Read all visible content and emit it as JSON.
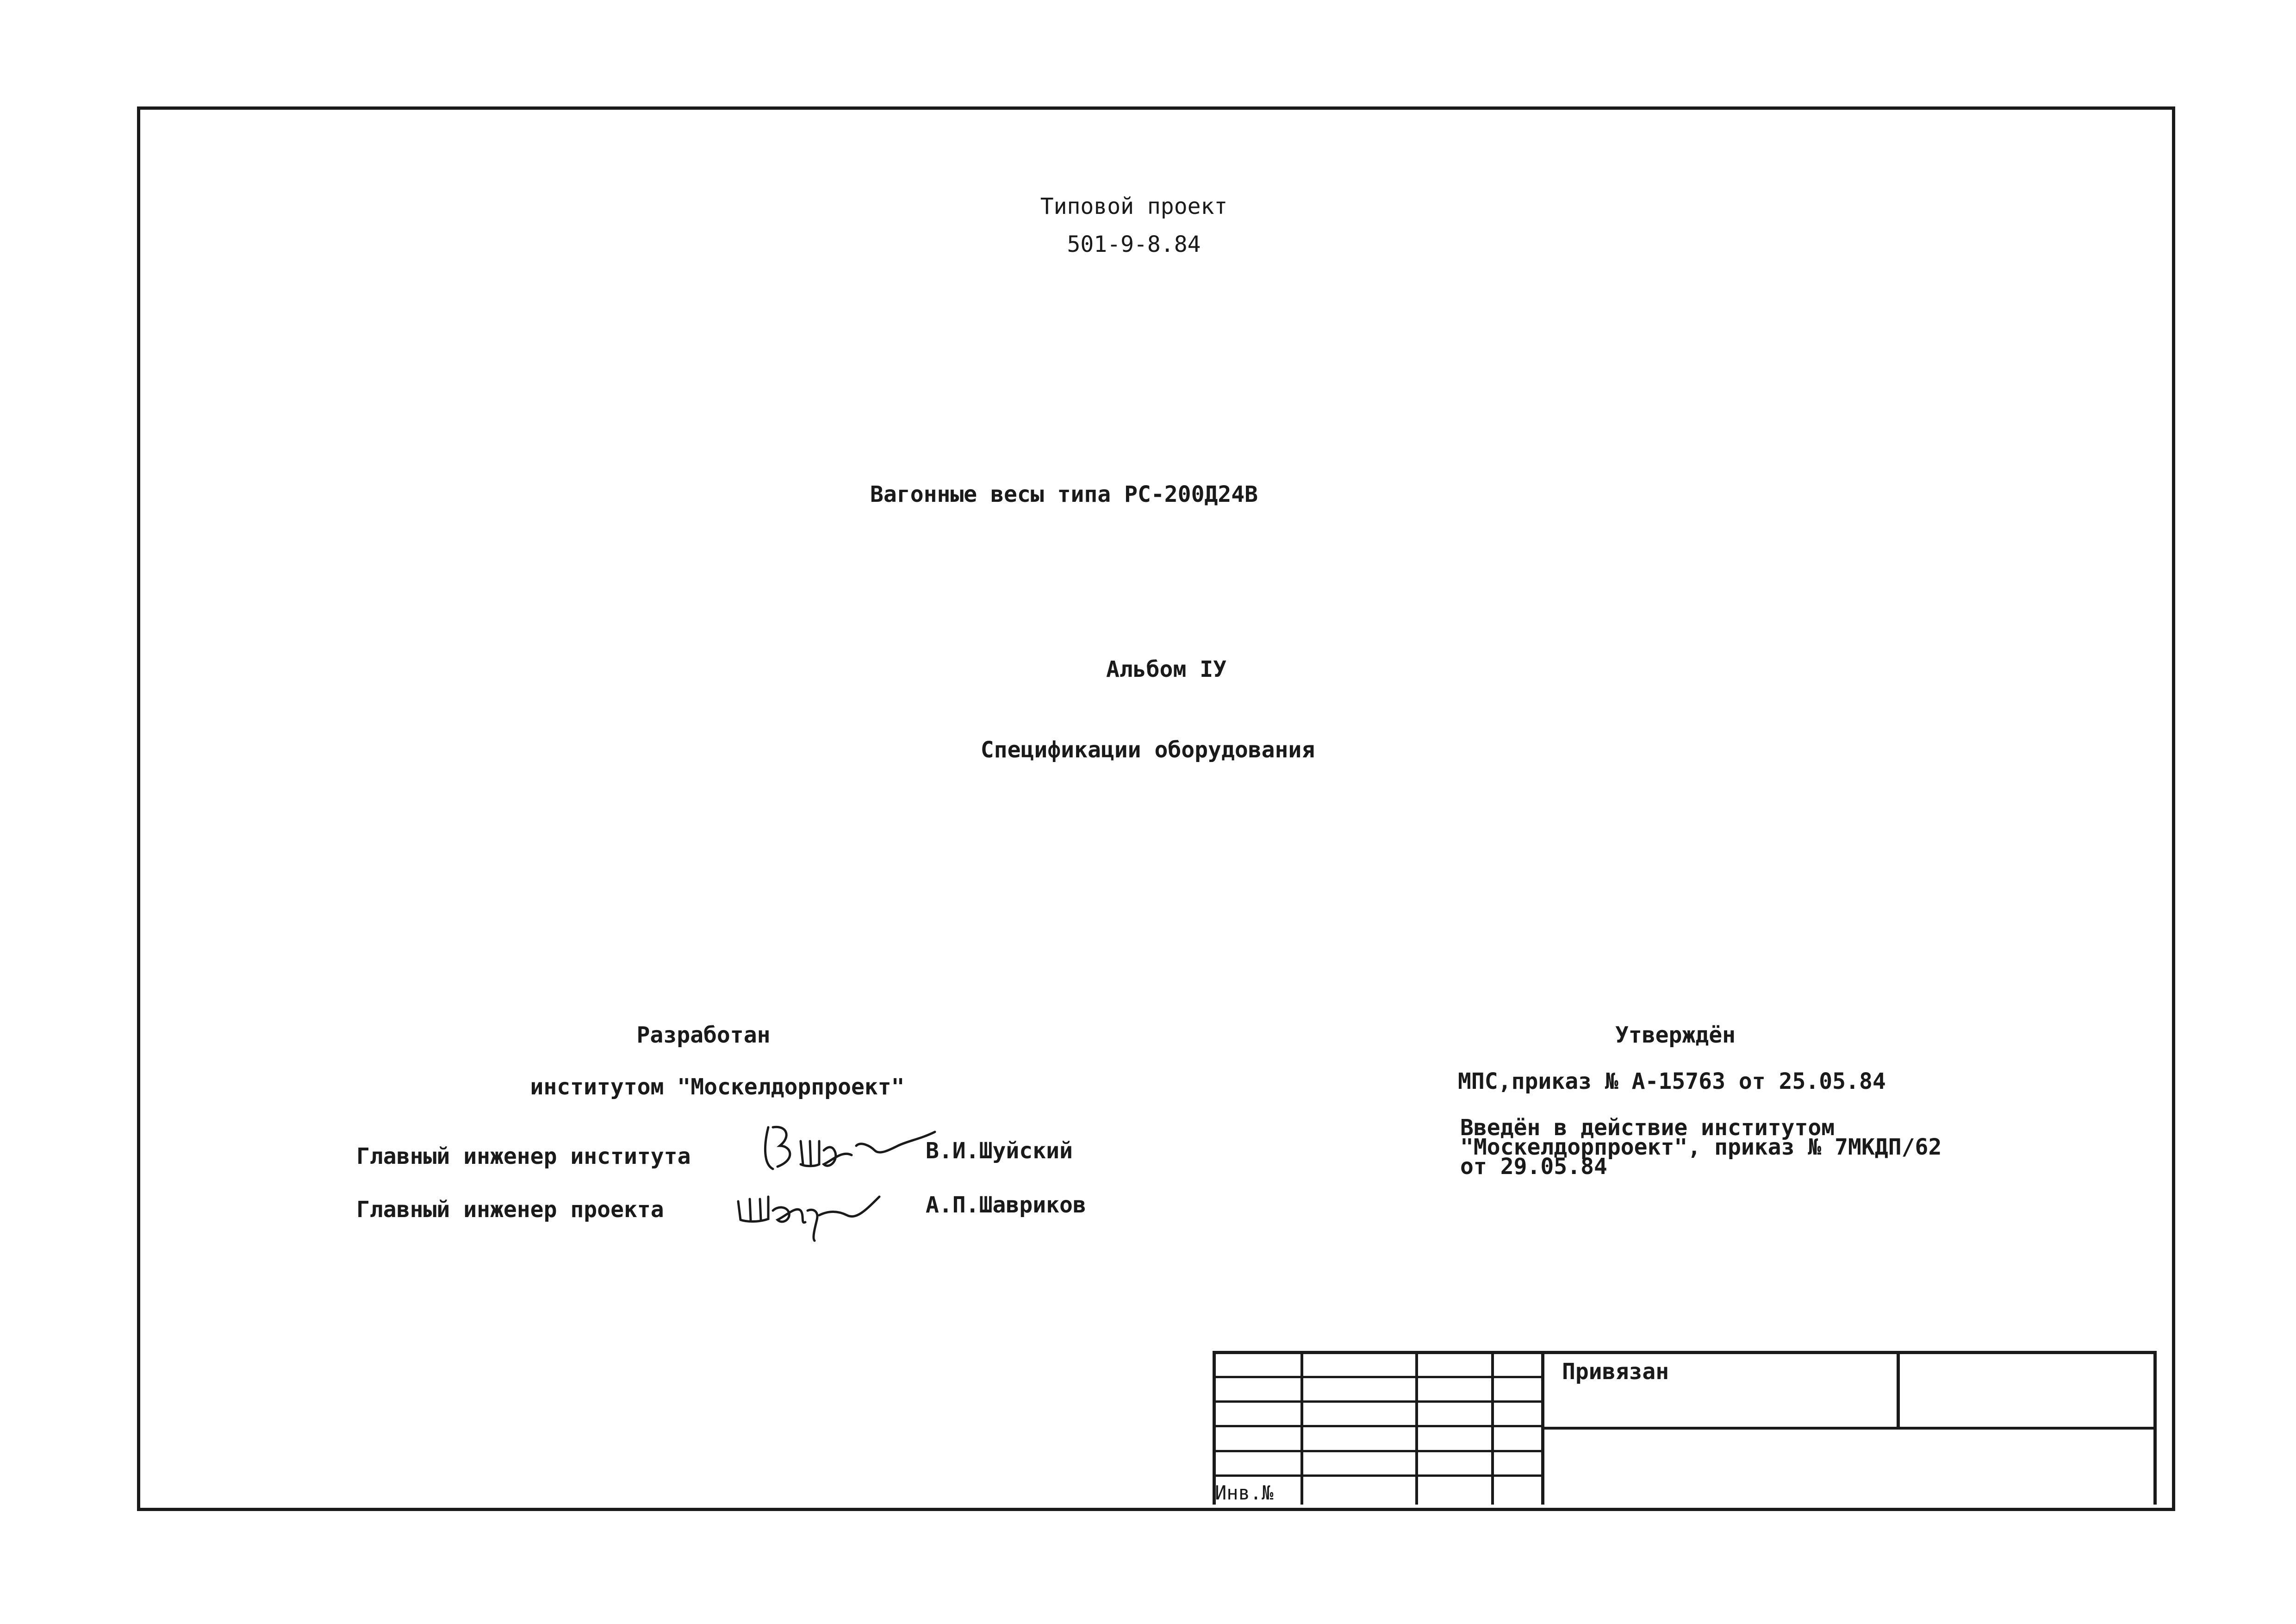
{
  "header": {
    "project_label": "Типовой проект",
    "project_number": "501-9-8.84"
  },
  "title": {
    "main": "Вагонные весы типа РС-200Д24В",
    "album": "Альбом IУ",
    "subtitle": "Спецификации оборудования"
  },
  "developed": {
    "heading": "Разработан",
    "institute": "институтом \"Москелдорпроект\"",
    "rows": [
      {
        "role": "Главный инженер института",
        "name": "В.И.Шуйский"
      },
      {
        "role": "Главный инженер проекта",
        "name": "А.П.Шавриков"
      }
    ]
  },
  "approved": {
    "heading": "Утверждён",
    "order": "МПС,приказ № А-15763 от 25.05.84",
    "intro_line1": "Введён в действие институтом",
    "intro_line2": "\"Москелдорпроект\", приказ № 7МКДП/62",
    "intro_line3": "от 29.05.84"
  },
  "stamp": {
    "bound_label": "Привязан",
    "inv_label": "Инв.№"
  }
}
